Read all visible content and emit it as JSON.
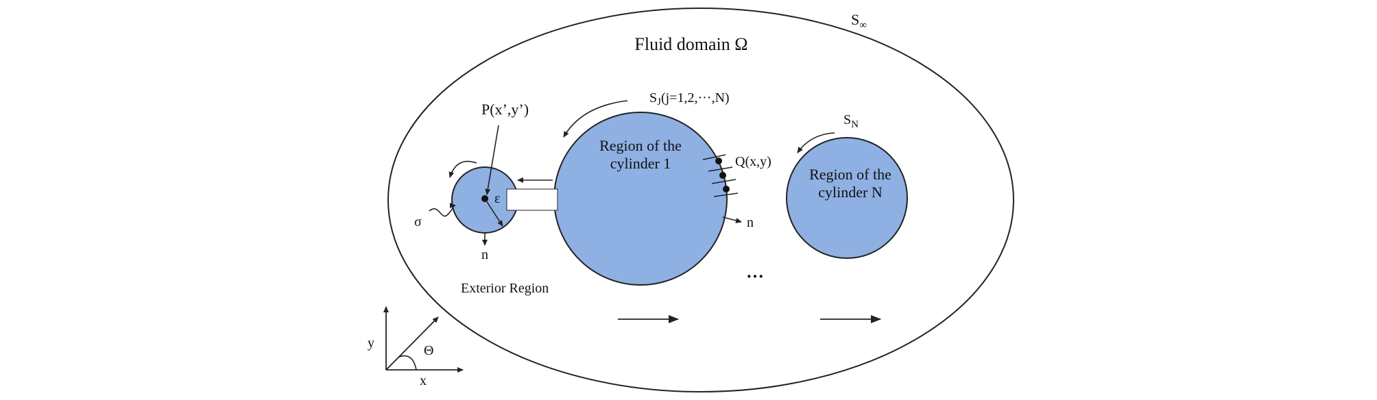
{
  "diagram": {
    "title": "Fluid domain Ω",
    "colors": {
      "cylinder_fill": "#8eb0e3",
      "stroke": "#222222",
      "background": "#ffffff"
    },
    "labels": {
      "s_infinity": "S",
      "s_infinity_sub": "∞",
      "s_j": "S",
      "s_j_sub": "J",
      "s_j_range": "(j=1,2,···,N)",
      "s_n": "S",
      "s_n_sub": "N",
      "point_p": "P(x’,y’)",
      "epsilon": "ε",
      "sigma": "σ",
      "normal_small": "n",
      "normal_cyl1": "n",
      "point_q": "Q(x,y)",
      "ellipsis": "···",
      "exterior_region": "Exterior Region",
      "cyl1_line1": "Region of the",
      "cyl1_line2": "cylinder 1",
      "cylN_line1": "Region of the",
      "cylN_line2": "cylinder N",
      "axis_y": "y",
      "axis_x": "x",
      "theta": "Θ"
    }
  }
}
